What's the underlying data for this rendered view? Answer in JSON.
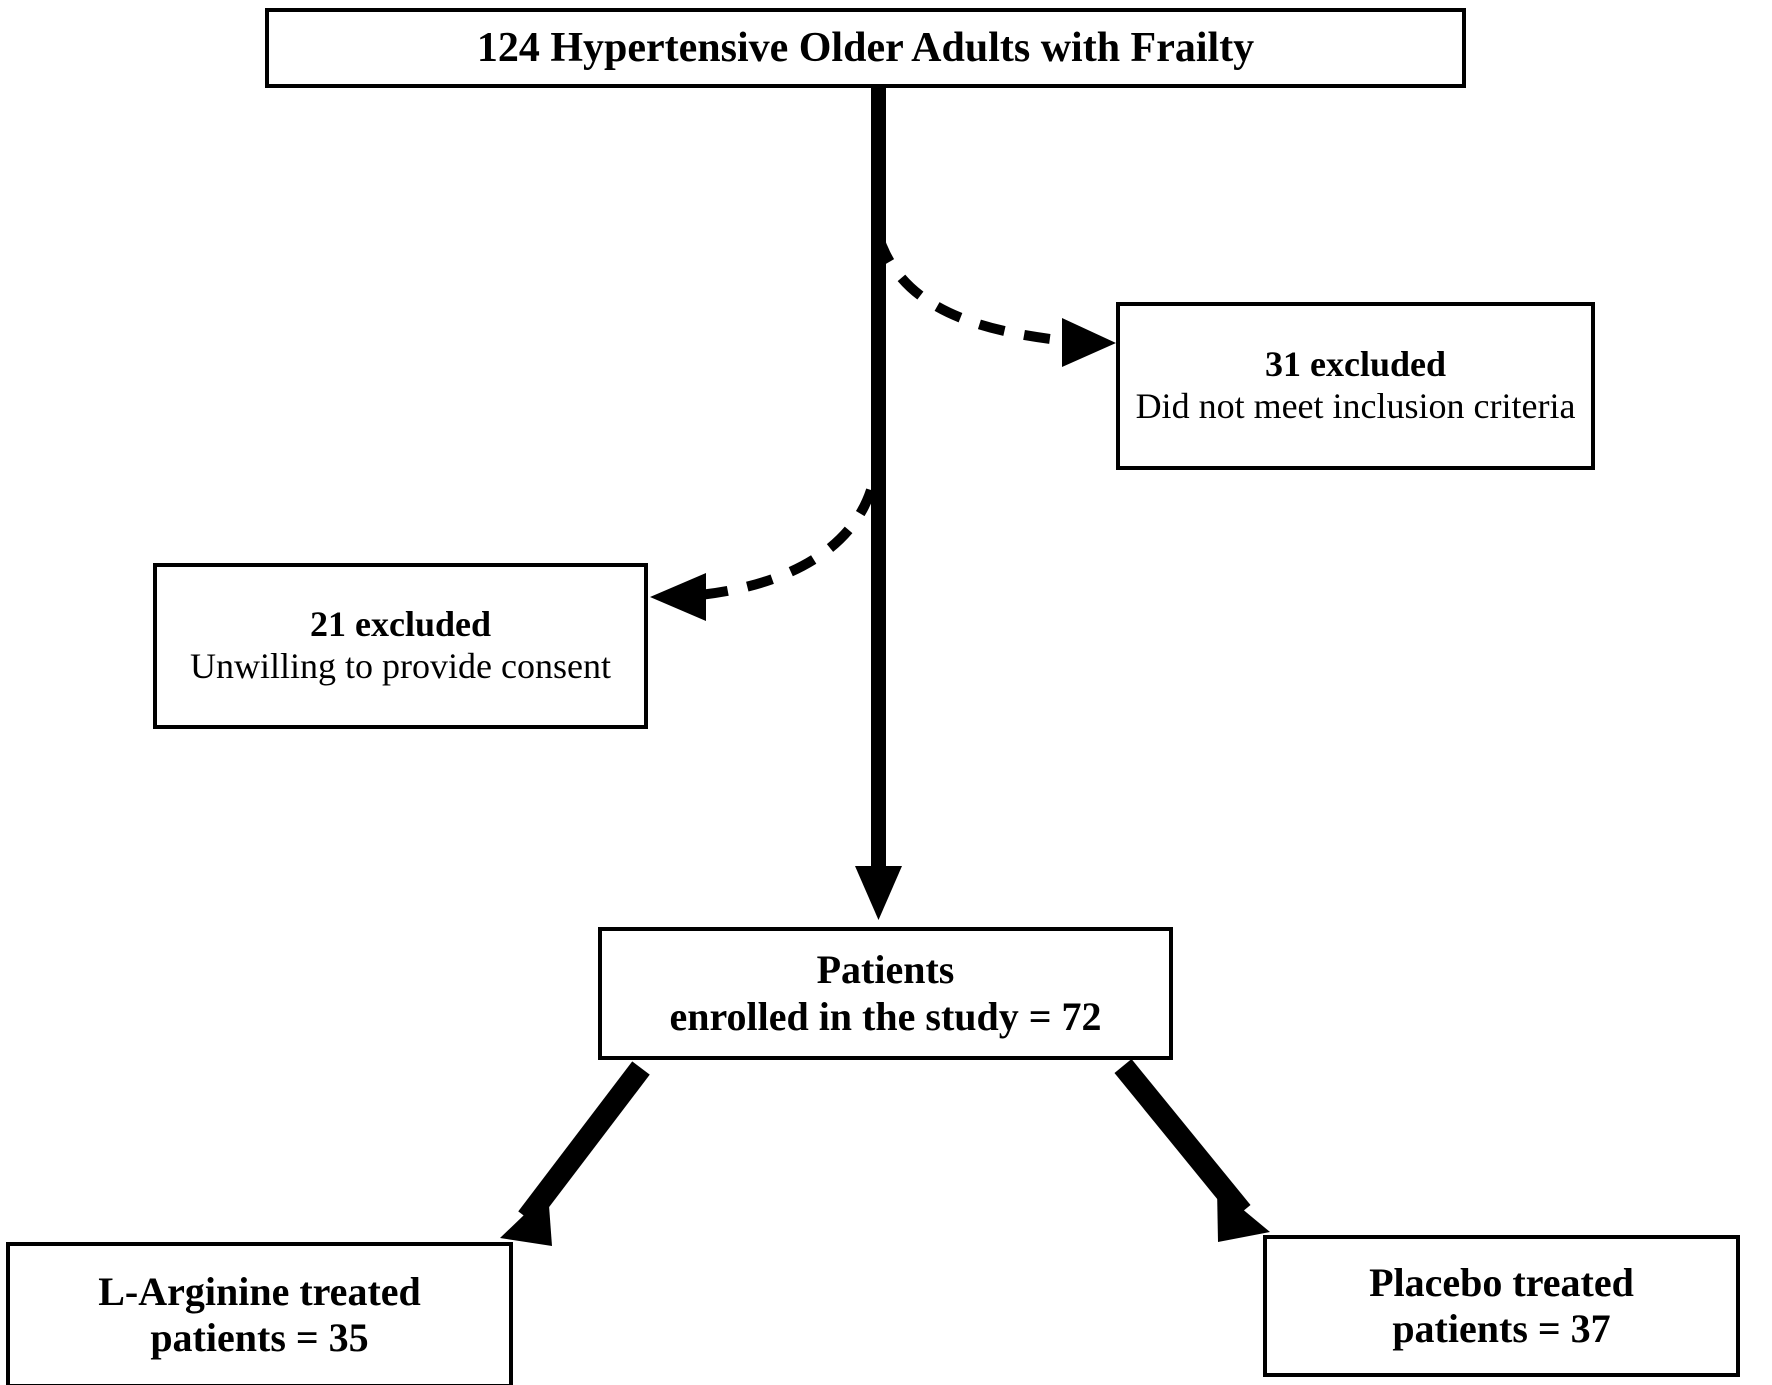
{
  "diagram": {
    "type": "flowchart",
    "orientation": "top-down",
    "title_visible": false,
    "colors": {
      "background": "#ffffff",
      "stroke": "#000000",
      "box_fill": "#ffffff",
      "text": "#000000"
    },
    "nodes": [
      {
        "id": "screened",
        "name": "screened-population-box",
        "lines": [
          {
            "text": "124 Hypertensive Older Adults with Frailty",
            "weight": "bold"
          }
        ],
        "count": 124
      },
      {
        "id": "excluded_inclusion",
        "name": "excluded-inclusion-criteria-box",
        "lines": [
          {
            "text": "31 excluded",
            "weight": "bold"
          },
          {
            "text": "Did not meet inclusion criteria",
            "weight": "regular"
          }
        ],
        "count": 31
      },
      {
        "id": "excluded_consent",
        "name": "excluded-consent-box",
        "lines": [
          {
            "text": "21 excluded",
            "weight": "bold"
          },
          {
            "text": "Unwilling to provide consent",
            "weight": "regular"
          }
        ],
        "count": 21
      },
      {
        "id": "enrolled",
        "name": "enrolled-patients-box",
        "lines": [
          {
            "text": "Patients",
            "weight": "bold"
          },
          {
            "text": "enrolled in the study = 72",
            "weight": "bold"
          }
        ],
        "count": 72
      },
      {
        "id": "arm_larginine",
        "name": "larginine-arm-box",
        "lines": [
          {
            "text": "L-Arginine treated",
            "weight": "bold"
          },
          {
            "text": "patients = 35",
            "weight": "bold"
          }
        ],
        "count": 35
      },
      {
        "id": "arm_placebo",
        "name": "placebo-arm-box",
        "lines": [
          {
            "text": "Placebo treated",
            "weight": "bold"
          },
          {
            "text": "patients = 37",
            "weight": "bold"
          }
        ],
        "count": 37
      }
    ],
    "edges": [
      {
        "id": "trunk",
        "name": "main-flow-arrow",
        "from": "screened",
        "to": "enrolled",
        "style": "solid",
        "arrowhead": "filled-triangle",
        "thickness": 14
      },
      {
        "id": "branch_inclusion",
        "name": "exclusion-inclusion-arrow",
        "from": "screened",
        "to": "excluded_inclusion",
        "style": "dashed",
        "arrowhead": "filled-triangle",
        "thickness": 9
      },
      {
        "id": "branch_consent",
        "name": "exclusion-consent-arrow",
        "from": "screened",
        "to": "excluded_consent",
        "style": "dashed",
        "arrowhead": "filled-triangle",
        "thickness": 9
      },
      {
        "id": "split_left",
        "name": "allocation-larginine-arrow",
        "from": "enrolled",
        "to": "arm_larginine",
        "style": "solid",
        "arrowhead": "filled-triangle",
        "thickness": 13
      },
      {
        "id": "split_right",
        "name": "allocation-placebo-arrow",
        "from": "enrolled",
        "to": "arm_placebo",
        "style": "solid",
        "arrowhead": "filled-triangle",
        "thickness": 13
      }
    ]
  }
}
